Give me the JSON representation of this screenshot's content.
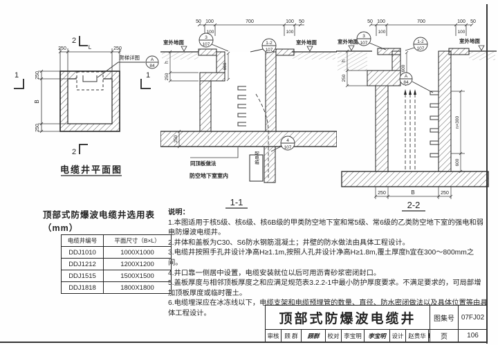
{
  "frame": {
    "sheet_title": "顶部式防爆波电缆井",
    "atlas_label": "图集号",
    "atlas_no": "07FJ02",
    "page_label": "页",
    "page_no": "106",
    "approvals": [
      {
        "role": "审核",
        "name": "顾 群",
        "sig": "顾群"
      },
      {
        "role": "校对",
        "name": "李宝明",
        "sig": "李宝明"
      },
      {
        "role": "设计",
        "name": "赵贵华",
        "sig": "赵贵华"
      }
    ]
  },
  "plan": {
    "title": "电缆井平面图",
    "dim_top": [
      "250",
      "L",
      "250"
    ],
    "dim_left": [
      "250",
      "B",
      "250"
    ],
    "mark_1": "1",
    "mark_2": "2",
    "ladder_label": "爬梯详图",
    "ladder_ref_top": "A",
    "ladder_ref_bot": "84"
  },
  "sec11": {
    "title": "1-1",
    "dims_top": [
      "50",
      "100",
      "700",
      "100",
      "50"
    ],
    "dims_top2": [
      "100",
      "100"
    ],
    "ground_left": "室外地面",
    "ground_right": "室外地面",
    "dim_h": "h",
    "dim_250": "250",
    "neck_dim": "600",
    "under_dim": "250",
    "ref3_top": "3",
    "ref3_bot": "107",
    "ref12_top": "1-2",
    "ref12_bot": "107",
    "ref4_top": "4",
    "ref4_bot": "107",
    "slab_note": "同顶板做法",
    "room_label": "防空地下室室内",
    "box_label": "配电箱"
  },
  "sec22": {
    "title": "2-2",
    "dims_top": [
      "50",
      "100",
      "700",
      "100",
      "50"
    ],
    "dims_top2": [
      "100",
      "100"
    ],
    "ground_left": "室外地面",
    "ground_right": "室外地面",
    "dim_h": "h",
    "dim_250": "250",
    "neck_dim": "600",
    "dim_n300": "n×300",
    "dim_600": "600",
    "dims_bottom": [
      "250",
      "B",
      "250"
    ],
    "ref3_top": "3",
    "ref3_bot": "107",
    "ref12_top": "1-2",
    "ref12_bot": "107",
    "refA_top": "A",
    "refA_bot": "84"
  },
  "table": {
    "title": "顶部式防爆波电缆井选用表（mm）",
    "headers": [
      "电缆井编号",
      "平面尺寸（B×L）"
    ],
    "rows": [
      {
        "id": "DDJ1010",
        "size": "1000X1000"
      },
      {
        "id": "DDJ1212",
        "size": "1200X1200"
      },
      {
        "id": "DDJ1515",
        "size": "1500X1500"
      },
      {
        "id": "DDJ1818",
        "size": "1800X1800"
      }
    ]
  },
  "notes": {
    "heading": "说明：",
    "items": [
      "1.本图适用于核5级、核6级、核6B级的甲类防空地下室和常5级、常6级的乙类防空地下室的强电和弱电防爆波电缆井。",
      "2.井体和盖板为C30、S6防水钢筋混凝土；井壁的防水做法由具体工程设计。",
      "3.电缆井按照手孔井设计净高H≥1.1m,按照人孔井设计净高H≥1.8m,覆土厚度h宜在300～800mm之间。",
      "4.井口靠一侧居中设置，电缆安装就位以后可用沥青砂浆密闭封口。",
      "5.盖板厚度与相邻顶板厚度之和应满足规范表3.2.2-1中最小防护厚度要求。不满足要求的，可局部增加顶板厚度或临时覆土。",
      "6.电缆埋深应在冰冻线以下，电缆支架和电缆预埋管的数量、直径、防水密闭做法以及具体位置等由具体工程设计。"
    ]
  }
}
